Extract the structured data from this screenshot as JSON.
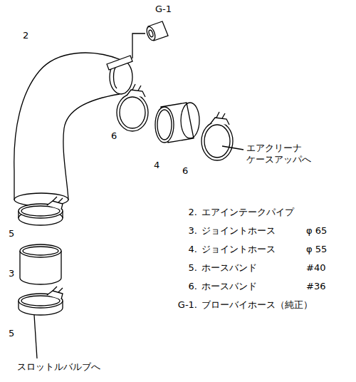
{
  "diagram": {
    "labels": [
      "G-1",
      "2",
      "6",
      "4",
      "6",
      "エアクリーナ ケースアッパへ",
      "5",
      "3",
      "5",
      "スロットルバルブへ",
      "2.",
      "エアインテークパイプ",
      "3.",
      "ジョイントホース",
      "φ 65",
      "4.",
      "ジョイントホース",
      "φ 55",
      "5.",
      "ホースバンド",
      "#40",
      "6.",
      "ホースバンド",
      "#36",
      "G-1.",
      "ブローバイホース（純正）"
    ]
  }
}
